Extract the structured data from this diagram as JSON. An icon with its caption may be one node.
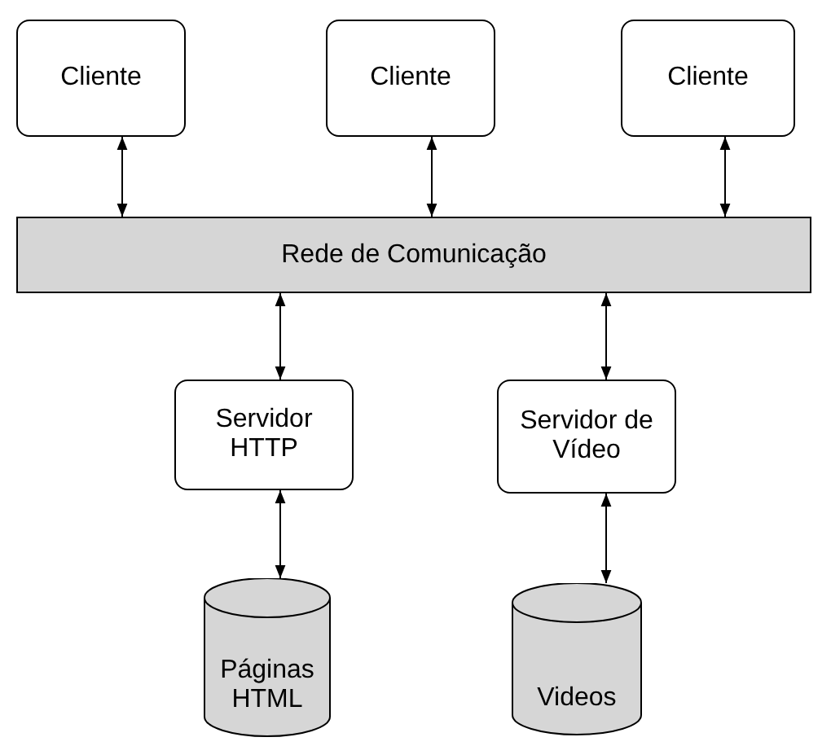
{
  "diagram": {
    "nodes": [
      {
        "text": [
          "Cliente"
        ]
      },
      {
        "text": [
          "Cliente"
        ]
      },
      {
        "text": [
          "Cliente"
        ]
      },
      {
        "text": [
          "Rede de Comunicação"
        ]
      },
      {
        "text": [
          "Servidor HTTP"
        ]
      },
      {
        "text": [
          "Servidor de Vídeo"
        ]
      },
      {
        "text": [
          "Páginas HTML"
        ]
      },
      {
        "text": [
          "Videos"
        ]
      }
    ],
    "edges": [
      {
        "from": 0,
        "to": 3,
        "arrow": "both"
      },
      {
        "from": 1,
        "to": 3,
        "arrow": "both"
      },
      {
        "from": 2,
        "to": 3,
        "arrow": "both"
      },
      {
        "from": 3,
        "to": 4,
        "arrow": "both"
      },
      {
        "from": 3,
        "to": 5,
        "arrow": "both"
      },
      {
        "from": 4,
        "to": 6,
        "arrow": "both"
      },
      {
        "from": 5,
        "to": 7,
        "arrow": "both"
      }
    ]
  }
}
